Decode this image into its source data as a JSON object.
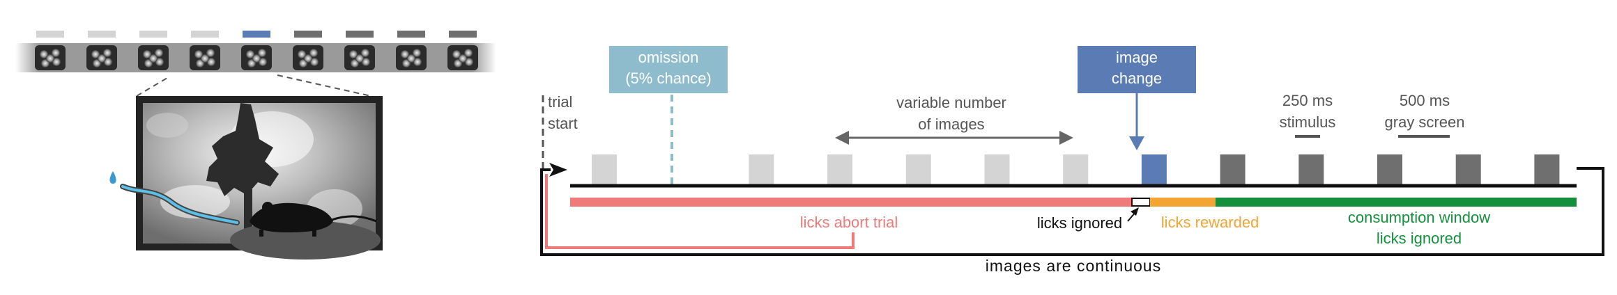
{
  "colors": {
    "omission": "#8fbccc",
    "change": "#5b7bb5",
    "abort": "#ee7a7a",
    "rewarded": "#f3a533",
    "consumption": "#14903c",
    "stim_light": "#d4d4d4",
    "stim_dark": "#6f6f6f",
    "text": "#555555"
  },
  "strip": {
    "bar_colors": [
      "light",
      "light",
      "light",
      "light",
      "change",
      "dark",
      "dark",
      "dark",
      "dark"
    ]
  },
  "labels": {
    "trial_start": [
      "trial",
      "start"
    ],
    "omission": [
      "omission",
      "(5% chance)"
    ],
    "variable": [
      "variable number",
      "of images"
    ],
    "image_change": [
      "image",
      "change"
    ],
    "stim_250": [
      "250 ms",
      "stimulus"
    ],
    "gray_500": [
      "500 ms",
      "gray screen"
    ],
    "licks_abort": "licks abort trial",
    "licks_ignored": "licks ignored",
    "licks_rewarded": "licks rewarded",
    "consumption": [
      "consumption window",
      "licks ignored"
    ],
    "continuous": "images are continuous"
  },
  "timeline": {
    "images": [
      {
        "type": "light"
      },
      {
        "type": "omitted"
      },
      {
        "type": "light"
      },
      {
        "type": "light"
      },
      {
        "type": "light"
      },
      {
        "type": "light"
      },
      {
        "type": "light"
      },
      {
        "type": "change"
      },
      {
        "type": "dark"
      },
      {
        "type": "dark"
      },
      {
        "type": "dark"
      },
      {
        "type": "dark"
      },
      {
        "type": "dark"
      }
    ]
  }
}
